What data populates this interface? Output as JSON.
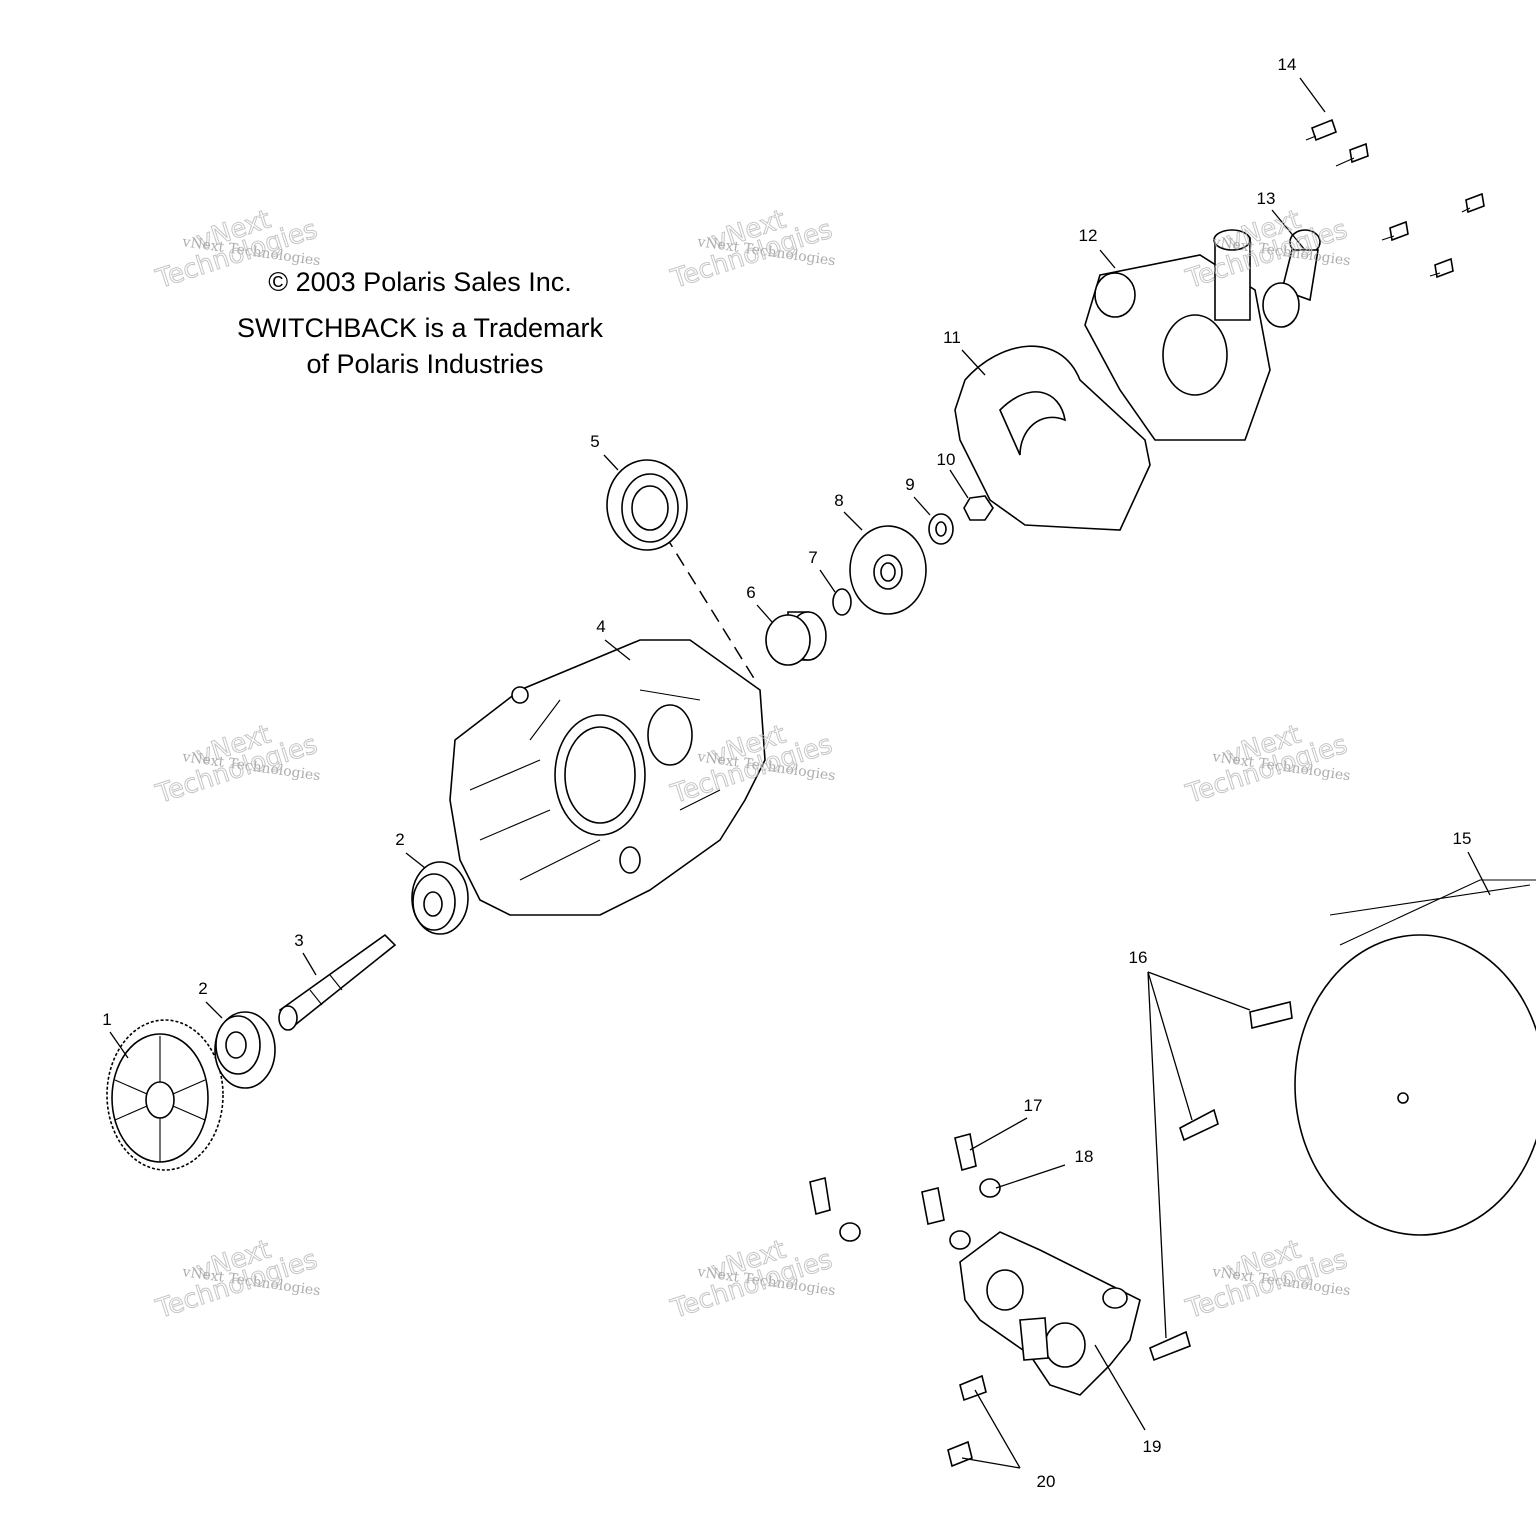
{
  "legal": {
    "copyright": "© 2003 Polaris Sales Inc.",
    "trademark_line1": "SWITCHBACK is a Trademark",
    "trademark_line2": "of Polaris Industries"
  },
  "watermark": {
    "brand": "vNext",
    "full": "vNext Technologies",
    "word": "Technologies"
  },
  "callouts": {
    "c1": "1",
    "c2a": "2",
    "c2b": "2",
    "c3": "3",
    "c4": "4",
    "c5": "5",
    "c6": "6",
    "c7": "7",
    "c8": "8",
    "c9": "9",
    "c10": "10",
    "c11": "11",
    "c12": "12",
    "c13": "13",
    "c14": "14",
    "c15": "15",
    "c16": "16",
    "c17": "17",
    "c18": "18",
    "c19": "19",
    "c20": "20"
  }
}
